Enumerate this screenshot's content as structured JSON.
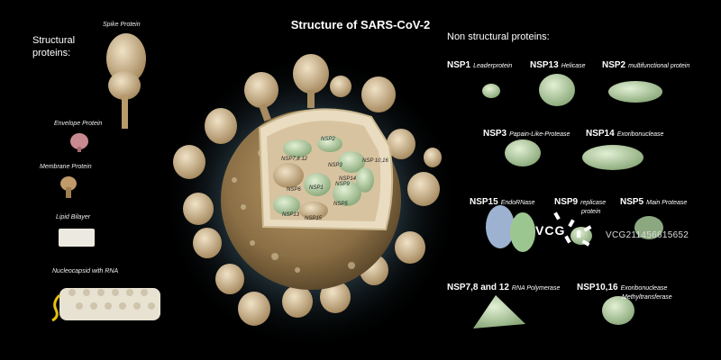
{
  "title": "Structure of SARS-CoV-2",
  "structural": {
    "heading_line1": "Structural",
    "heading_line2": "proteins:",
    "spike": "Spike Protein",
    "envelope": "Envelope Protein",
    "membrane": "Membrane Protein",
    "lipid": "Lipid Bilayer",
    "nucleocapsid": "Nucleocapsid with RNA"
  },
  "nonstructural": {
    "heading": "Non structural proteins:",
    "items": [
      {
        "name": "NSP1",
        "desc": "Leaderprotein"
      },
      {
        "name": "NSP13",
        "desc": "Helicase"
      },
      {
        "name": "NSP2",
        "desc": "multifunctional protein"
      },
      {
        "name": "NSP3",
        "desc": "Papain-Like-Protease"
      },
      {
        "name": "NSP14",
        "desc": "Exoribonuclease"
      },
      {
        "name": "NSP15",
        "desc": "EndoRNase"
      },
      {
        "name": "NSP9",
        "desc": "replicase"
      },
      {
        "name": "NSP5",
        "desc": "Main Protease"
      },
      {
        "name": "NSP7,8 and 12",
        "desc": "RNA Polymerase"
      },
      {
        "name": "NSP10,16",
        "desc": "Exoribonuclease"
      }
    ],
    "nsp9_desc2": "protein",
    "nsp1016_desc2": "Methyltransferase"
  },
  "virus_labels": [
    "NSP2",
    "NSP7,8 12",
    "NSP3",
    "NSP1",
    "NSP14",
    "NSP9",
    "NSP 10,16",
    "NSP6",
    "NSP13",
    "NSP5",
    "NSP15"
  ],
  "watermark": {
    "logo": "VCG",
    "id": "VCG211456615652"
  },
  "colors": {
    "background": "#000000",
    "protein_tan": "#c9ae86",
    "protein_green": "#b8d4a8",
    "envelope_pink": "#c88a90"
  }
}
